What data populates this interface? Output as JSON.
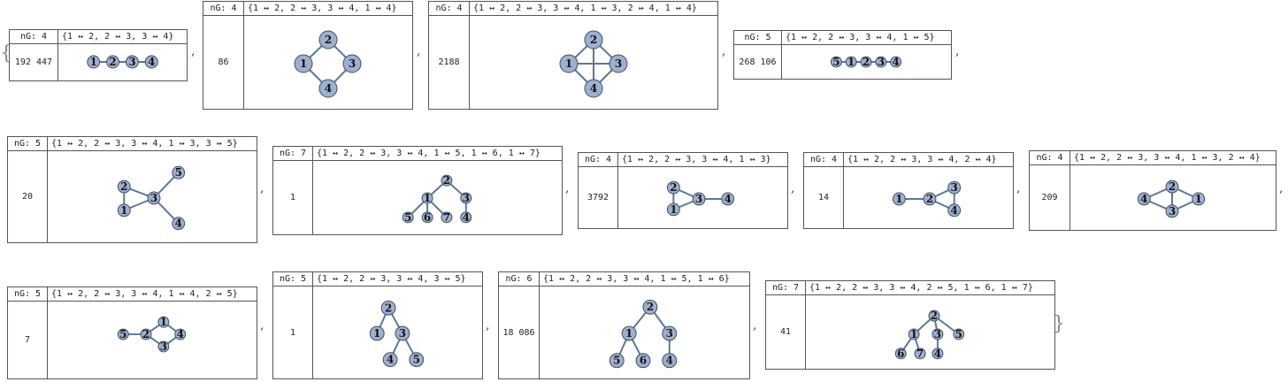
{
  "open_brace": "{",
  "close_brace": "}",
  "separator": ",",
  "entries": [
    {
      "ng": "nG: 4",
      "edges": "{1 ↔ 2, 2 ↔ 3, 3 ↔ 4}",
      "count": "192 447"
    },
    {
      "ng": "nG: 4",
      "edges": "{1 ↔ 2, 2 ↔ 3, 3 ↔ 4, 1 ↔ 4}",
      "count": "86"
    },
    {
      "ng": "nG: 4",
      "edges": "{1 ↔ 2, 2 ↔ 3, 3 ↔ 4, 1 ↔ 3, 2 ↔ 4, 1 ↔ 4}",
      "count": "2188"
    },
    {
      "ng": "nG: 5",
      "edges": "{1 ↔ 2, 2 ↔ 3, 3 ↔ 4, 1 ↔ 5}",
      "count": "268 106"
    },
    {
      "ng": "nG: 5",
      "edges": "{1 ↔ 2, 2 ↔ 3, 3 ↔ 4, 1 ↔ 3, 3 ↔ 5}",
      "count": "20"
    },
    {
      "ng": "nG: 7",
      "edges": "{1 ↔ 2, 2 ↔ 3, 3 ↔ 4, 1 ↔ 5, 1 ↔ 6, 1 ↔ 7}",
      "count": "1"
    },
    {
      "ng": "nG: 4",
      "edges": "{1 ↔ 2, 2 ↔ 3, 3 ↔ 4, 1 ↔ 3}",
      "count": "3792"
    },
    {
      "ng": "nG: 4",
      "edges": "{1 ↔ 2, 2 ↔ 3, 3 ↔ 4, 2 ↔ 4}",
      "count": "14"
    },
    {
      "ng": "nG: 4",
      "edges": "{1 ↔ 2, 2 ↔ 3, 3 ↔ 4, 1 ↔ 3, 2 ↔ 4}",
      "count": "209"
    },
    {
      "ng": "nG: 5",
      "edges": "{1 ↔ 2, 2 ↔ 3, 3 ↔ 4, 1 ↔ 4, 2 ↔ 5}",
      "count": "7"
    },
    {
      "ng": "nG: 5",
      "edges": "{1 ↔ 2, 2 ↔ 3, 3 ↔ 4, 3 ↔ 5}",
      "count": "1"
    },
    {
      "ng": "nG: 6",
      "edges": "{1 ↔ 2, 2 ↔ 3, 3 ↔ 4, 1 ↔ 5, 1 ↔ 6}",
      "count": "18 086"
    },
    {
      "ng": "nG: 7",
      "edges": "{1 ↔ 2, 2 ↔ 3, 3 ↔ 4, 2 ↔ 5, 1 ↔ 6, 1 ↔ 7}",
      "count": "41"
    }
  ],
  "colors": {
    "vertex_fill": "#9fb0cf",
    "vertex_stroke": "#3e4e62",
    "edge": "#5f7892"
  }
}
